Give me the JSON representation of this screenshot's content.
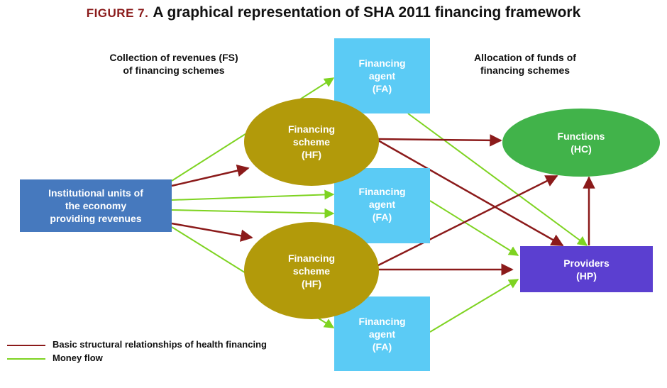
{
  "title": {
    "figure_label": "FIGURE 7.",
    "text": "A graphical representation of SHA 2011 financing framework"
  },
  "headings": {
    "left": "Collection of revenues (FS)\nof financing schemes",
    "right": "Allocation of funds of\nfinancing schemes"
  },
  "nodes": {
    "institutional": "Institutional units of\nthe economy\nproviding revenues",
    "fa_top": "Financing\nagent\n(FA)",
    "fa_mid": "Financing\nagent\n(FA)",
    "fa_bottom": "Financing\nagent\n(FA)",
    "hf_top": "Financing\nscheme\n(HF)",
    "hf_bottom": "Financing\nscheme\n(HF)",
    "functions": "Functions\n(HC)",
    "providers": "Providers\n(HP)"
  },
  "legend": {
    "structural": "Basic structural relationships of health financing",
    "money": "Money flow"
  },
  "colors": {
    "structural_arrow": "#8b1a1a",
    "money_arrow": "#7ed321",
    "financing_agent": "#5bcbf5",
    "financing_scheme": "#b29a0a",
    "functions": "#41b34a",
    "providers": "#5b3fd0",
    "institutional": "#4679be"
  }
}
